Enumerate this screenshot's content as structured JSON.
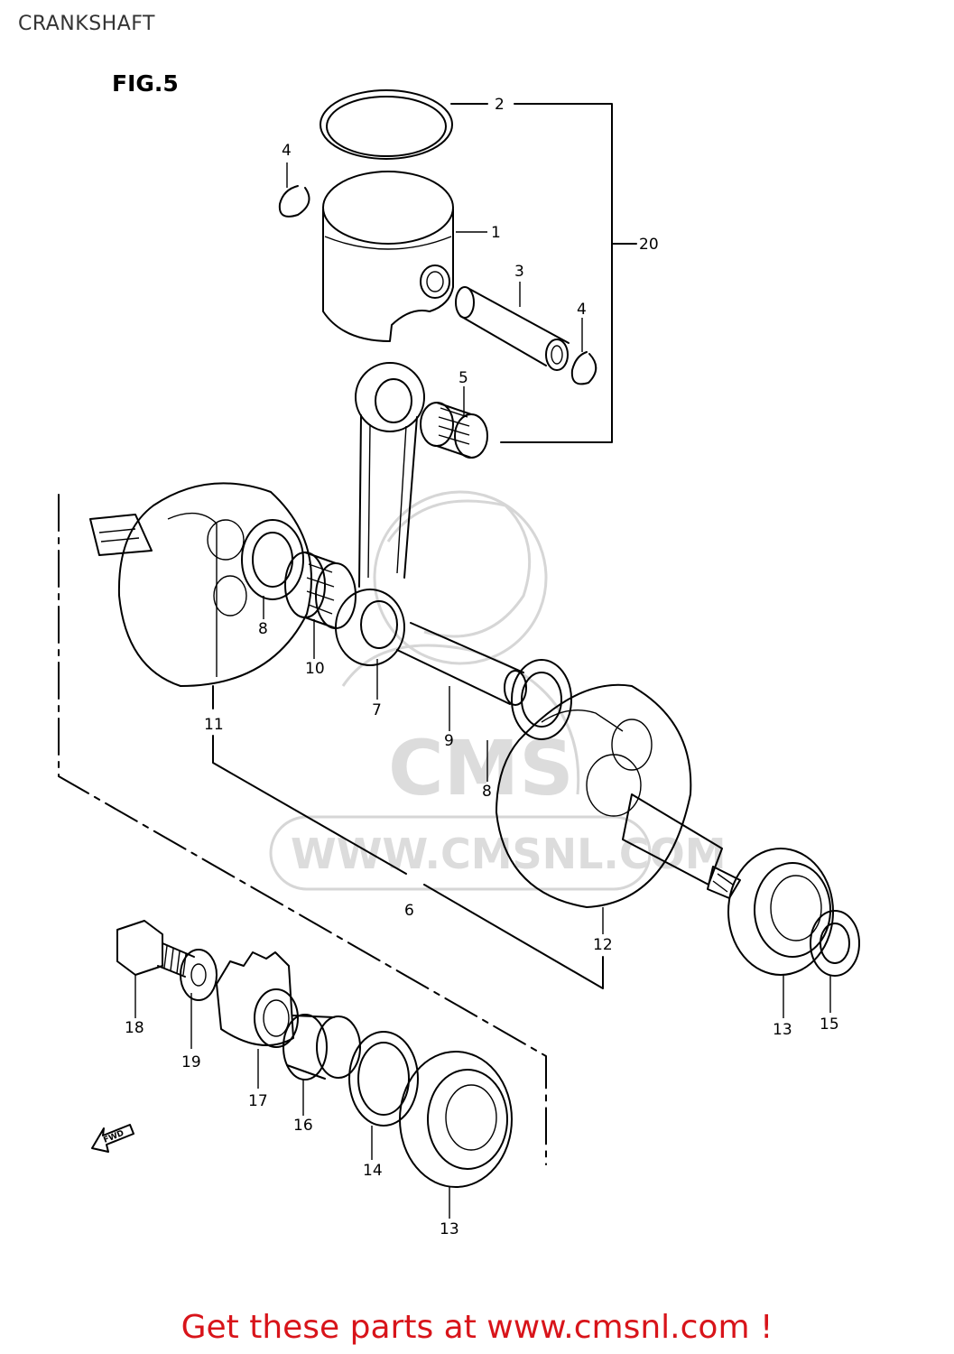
{
  "header": {
    "title": "CRANKSHAFT",
    "figure_label": "FIG.5"
  },
  "watermark": {
    "text": "WWW.CMSNL.COM",
    "logo_text": "CMS"
  },
  "fwd_arrow_label": "FWD",
  "callouts": [
    {
      "id": "c1",
      "label": "1"
    },
    {
      "id": "c2",
      "label": "2"
    },
    {
      "id": "c3",
      "label": "3"
    },
    {
      "id": "c4a",
      "label": "4"
    },
    {
      "id": "c4b",
      "label": "4"
    },
    {
      "id": "c5",
      "label": "5"
    },
    {
      "id": "c6",
      "label": "6"
    },
    {
      "id": "c7",
      "label": "7"
    },
    {
      "id": "c8a",
      "label": "8"
    },
    {
      "id": "c8b",
      "label": "8"
    },
    {
      "id": "c9",
      "label": "9"
    },
    {
      "id": "c10",
      "label": "10"
    },
    {
      "id": "c11",
      "label": "11"
    },
    {
      "id": "c12",
      "label": "12"
    },
    {
      "id": "c13a",
      "label": "13"
    },
    {
      "id": "c13b",
      "label": "13"
    },
    {
      "id": "c14",
      "label": "14"
    },
    {
      "id": "c15",
      "label": "15"
    },
    {
      "id": "c16",
      "label": "16"
    },
    {
      "id": "c17",
      "label": "17"
    },
    {
      "id": "c18",
      "label": "18"
    },
    {
      "id": "c19",
      "label": "19"
    },
    {
      "id": "c20",
      "label": "20"
    }
  ],
  "footer": {
    "link_text": "Get these parts at www.cmsnl.com !",
    "link_color": "#d8141a"
  }
}
